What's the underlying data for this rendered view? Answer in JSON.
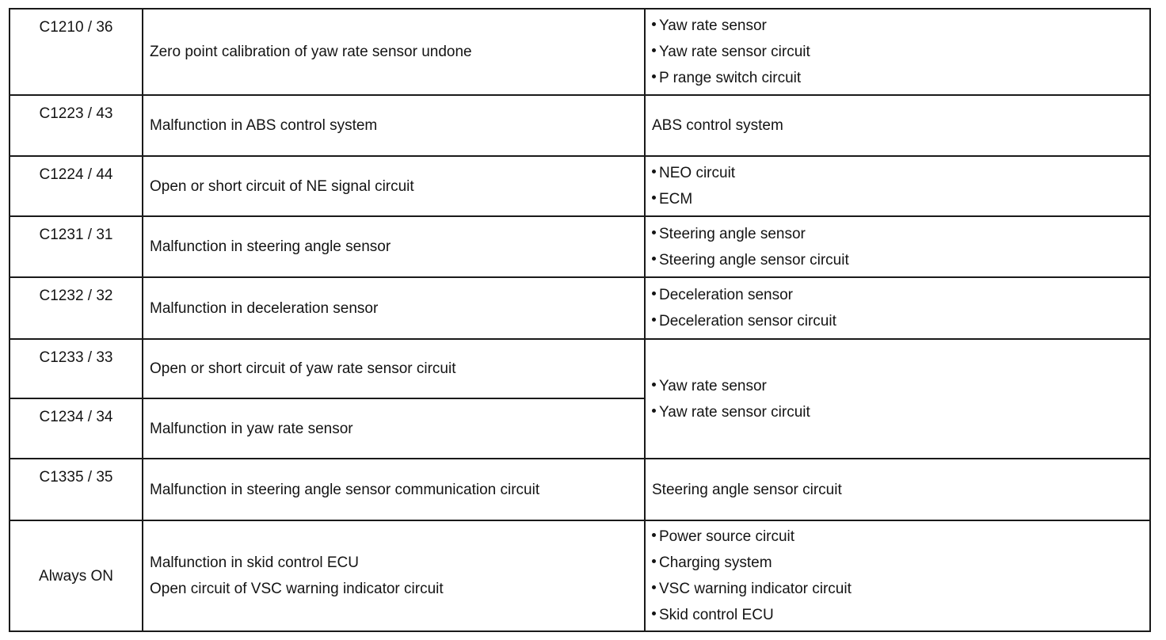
{
  "rows": [
    {
      "code": "C1210 / 36",
      "condition": [
        "Zero point calibration of yaw rate sensor undone"
      ],
      "areas": [
        "Yaw rate sensor",
        "Yaw rate sensor circuit",
        "P range switch circuit"
      ]
    },
    {
      "code": "C1223 / 43",
      "condition": [
        "Malfunction in ABS control system"
      ],
      "area_text": "ABS control system"
    },
    {
      "code": "C1224 / 44",
      "condition": [
        "Open or short circuit of NE signal circuit"
      ],
      "areas": [
        "NEO circuit",
        "ECM"
      ]
    },
    {
      "code": "C1231 / 31",
      "condition": [
        "Malfunction in steering angle sensor"
      ],
      "areas": [
        "Steering angle sensor",
        "Steering angle sensor circuit"
      ]
    },
    {
      "code": "C1232 / 32",
      "condition": [
        "Malfunction in deceleration sensor"
      ],
      "areas": [
        "Deceleration sensor",
        "Deceleration sensor circuit"
      ]
    },
    {
      "code": "C1233 / 33",
      "condition": [
        "Open or short circuit of yaw rate sensor circuit"
      ],
      "areas": [
        "Yaw rate sensor",
        "Yaw rate sensor circuit"
      ]
    },
    {
      "code": "C1234 / 34",
      "condition": [
        "Malfunction in yaw rate sensor"
      ]
    },
    {
      "code": "C1335 / 35",
      "condition": [
        "Malfunction in steering angle sensor communication circuit"
      ],
      "area_text": "Steering angle sensor circuit"
    },
    {
      "code": "Always ON",
      "condition": [
        "Malfunction in skid control ECU",
        "Open circuit of VSC warning indicator circuit"
      ],
      "areas": [
        "Power source circuit",
        "Charging system",
        "VSC warning indicator circuit",
        "Skid control ECU"
      ]
    }
  ]
}
